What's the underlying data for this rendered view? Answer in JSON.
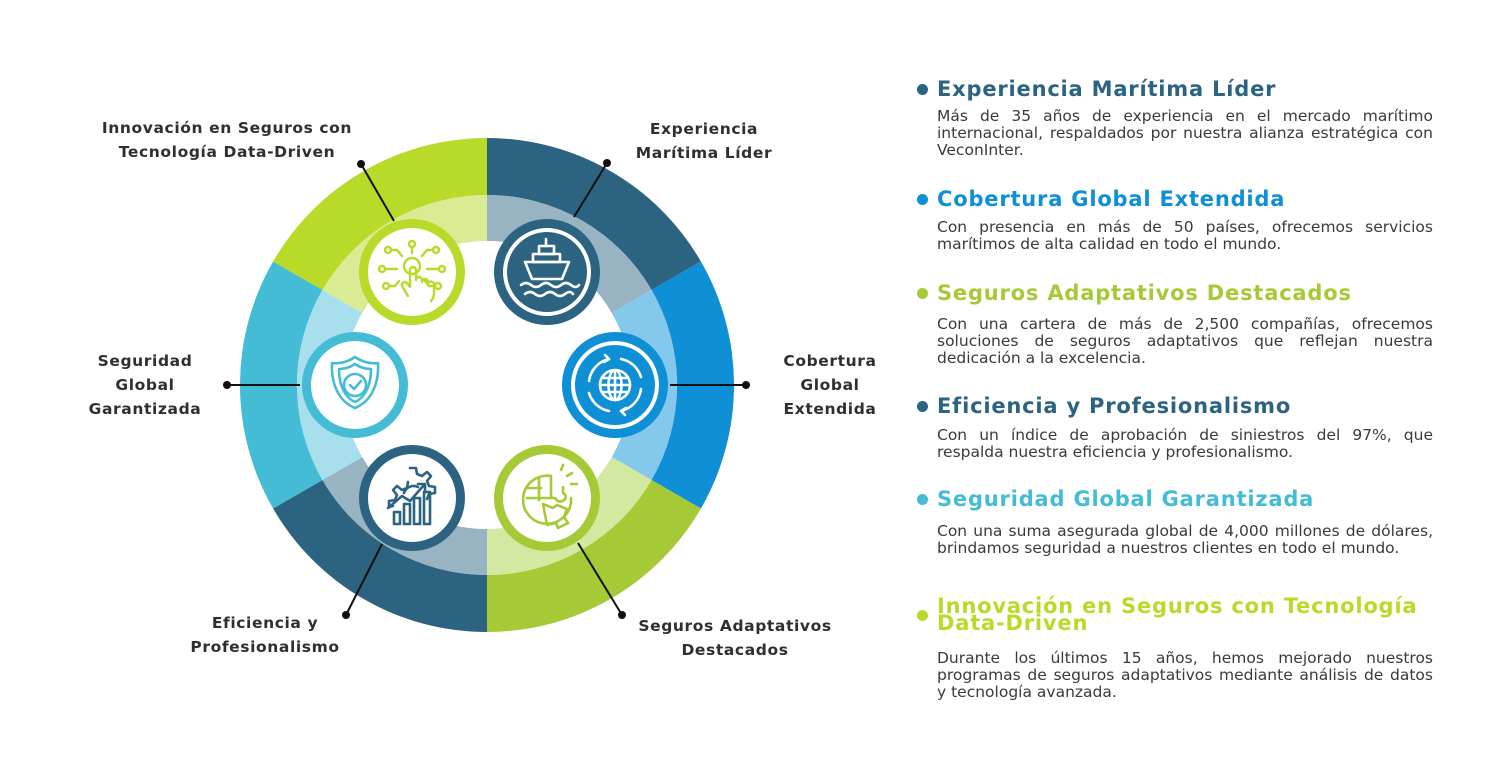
{
  "colors": {
    "navy": "#2b6380",
    "blue": "#0e8fd6",
    "green": "#a5ca36",
    "lime": "#b8da28",
    "teal": "#45bcd6",
    "label": "#2f2f2f"
  },
  "wheel": {
    "segments": [
      {
        "name": "maritima",
        "color": "#2b6380",
        "inner_color": "#98b3c2",
        "icon": "ship-icon"
      },
      {
        "name": "cobertura",
        "color": "#0e8fd6",
        "inner_color": "#84c8ec",
        "icon": "globe-cycle-icon"
      },
      {
        "name": "adaptativos",
        "color": "#a5ca36",
        "inner_color": "#d3e8a1",
        "icon": "puzzle-map-icon"
      },
      {
        "name": "eficiencia",
        "color": "#2b6380",
        "inner_color": "#98b3c2",
        "icon": "gear-chart-icon"
      },
      {
        "name": "seguridad",
        "color": "#45bcd6",
        "inner_color": "#a7dfec",
        "icon": "shield-check-icon"
      },
      {
        "name": "innovacion",
        "color": "#b8da28",
        "inner_color": "#d9ec93",
        "icon": "touch-circuit-icon"
      }
    ],
    "labels": {
      "maritima": [
        "Experiencia",
        "Marítima Líder"
      ],
      "cobertura": [
        "Cobertura",
        "Global",
        "Extendida"
      ],
      "adaptativos": [
        "Seguros Adaptativos",
        "Destacados"
      ],
      "eficiencia": [
        "Eficiencia y",
        "Profesionalismo"
      ],
      "seguridad": [
        "Seguridad",
        "Global",
        "Garantizada"
      ],
      "innovacion": [
        "Innovación en Seguros con",
        "Tecnología Data-Driven"
      ]
    }
  },
  "items": [
    {
      "title": "Experiencia Marítima Líder",
      "color": "#2b6380",
      "desc": "Más de 35 años de experiencia en el mercado marítimo internacional, respaldados por nuestra alianza estratégica con VeconInter."
    },
    {
      "title": "Cobertura Global Extendida",
      "color": "#0e8fd6",
      "desc": "Con presencia en más de 50 países, ofrecemos servicios marítimos de alta calidad en todo el mundo."
    },
    {
      "title": "Seguros Adaptativos Destacados",
      "color": "#a5ca36",
      "desc": "Con una cartera de más de 2,500 compañías, ofrecemos soluciones de seguros adaptativos que reflejan nuestra dedicación a la excelencia."
    },
    {
      "title": "Eficiencia y Profesionalismo",
      "color": "#2b6380",
      "desc": "Con un índice de aprobación de siniestros del 97%, que respalda nuestra eficiencia y profesionalismo."
    },
    {
      "title": "Seguridad Global Garantizada",
      "color": "#45bcd6",
      "desc": "Con una suma asegurada global de 4,000 millones de dólares, brindamos seguridad a nuestros clientes en todo el mundo."
    },
    {
      "title": "Innovación en Seguros con Tecnología Data-Driven",
      "color": "#b8da28",
      "desc": "Durante los últimos 15 años, hemos mejorado nuestros programas de seguros adaptativos mediante análisis de datos y tecnología avanzada."
    }
  ]
}
